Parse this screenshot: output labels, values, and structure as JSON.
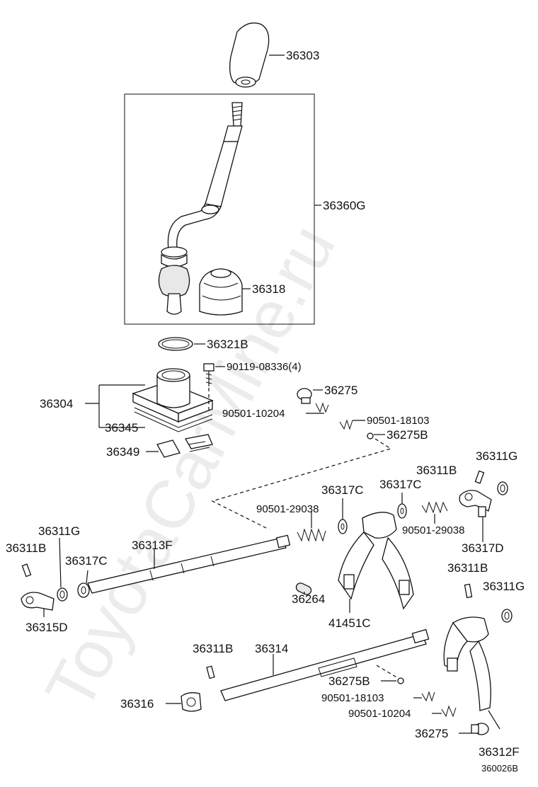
{
  "watermark": "ToyotaCarMine.ru",
  "reference_code": "360026B",
  "labels": {
    "p36303": "36303",
    "p36360G": "36360G",
    "p36318": "36318",
    "p36321B": "36321B",
    "p90119": "90119-08336(4)",
    "p36304": "36304",
    "p36345": "36345",
    "p36275_a": "36275",
    "p90501_10204_a": "90501-10204",
    "p90501_18103_a": "90501-18103",
    "p36275B_a": "36275B",
    "p36349": "36349",
    "p36311G_a": "36311G",
    "p36311B_a": "36311B",
    "p36317C_a": "36317C",
    "p36317C_b": "36317C",
    "p90501_29038_a": "90501-29038",
    "p90501_29038_b": "90501-29038",
    "p36317D": "36317D",
    "p36311G_b": "36311G",
    "p36311B_b": "36311B",
    "p36313F": "36313F",
    "p36317C_c": "36317C",
    "p36315D": "36315D",
    "p36264": "36264",
    "p41451C": "41451C",
    "p36311B_c": "36311B",
    "p36311G_c": "36311G",
    "p36311B_d": "36311B",
    "p36314": "36314",
    "p36316": "36316",
    "p36275B_b": "36275B",
    "p90501_18103_b": "90501-18103",
    "p90501_10204_b": "90501-10204",
    "p36275_b": "36275",
    "p36312F": "36312F"
  }
}
